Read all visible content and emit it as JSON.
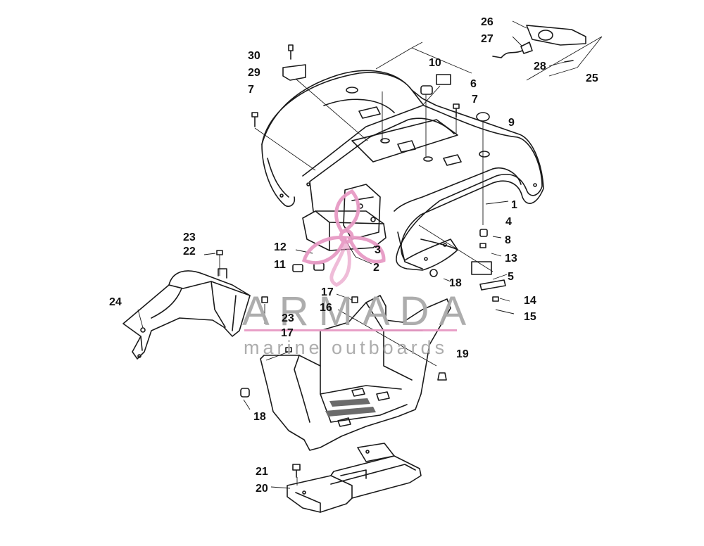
{
  "watermark": {
    "title": "ARMADA",
    "subtitle": "marine outboards",
    "accent_color": "#e79ac5"
  },
  "callouts": [
    "1",
    "2",
    "3",
    "4",
    "5",
    "6",
    "7",
    "7",
    "8",
    "9",
    "10",
    "11",
    "12",
    "13",
    "14",
    "15",
    "16",
    "17",
    "17",
    "18",
    "18",
    "19",
    "20",
    "21",
    "22",
    "23",
    "23",
    "24",
    "25",
    "26",
    "27",
    "28",
    "29",
    "30"
  ]
}
